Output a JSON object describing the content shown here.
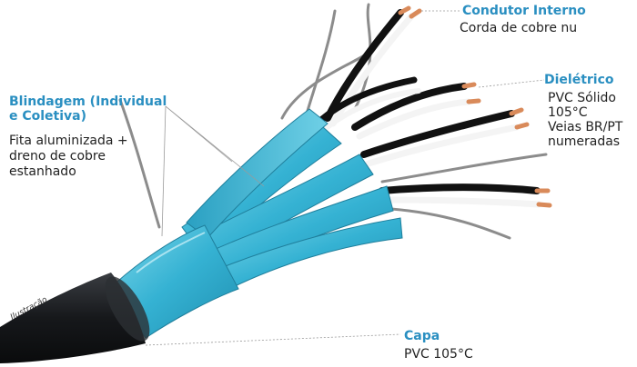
{
  "labels": {
    "condutor": {
      "title": "Condutor Interno",
      "desc": "Corda de cobre nu"
    },
    "dieletrico": {
      "title": "Dielétrico",
      "lines": [
        "PVC Sólido",
        "105°C",
        "Veias BR/PT",
        "numeradas"
      ]
    },
    "blindagem": {
      "title_lines": [
        "Blindagem (Individual",
        "e Coletiva)"
      ],
      "desc_lines": [
        "Fita aluminizada +",
        "dreno de cobre",
        "estanhado"
      ]
    },
    "capa": {
      "title": "Capa",
      "desc": "PVC 105°C"
    },
    "ilustracao": "Ilustração"
  },
  "colors": {
    "accent": "#2a8fc1",
    "shield": "#3fb8d6",
    "jacket": "#1b1d20",
    "copper": "#d98a5a",
    "drain": "#8a8a8a"
  }
}
